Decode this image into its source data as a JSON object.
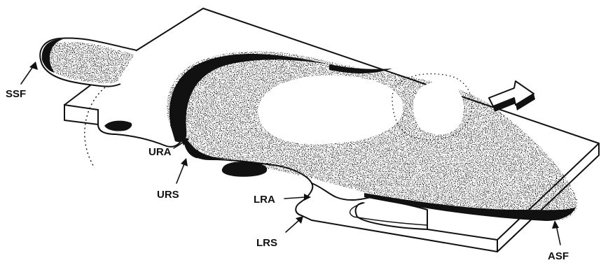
{
  "labels": {
    "ssf": "SSF",
    "ura": "URA",
    "urs": "URS",
    "lra": "LRA",
    "lrs": "LRS",
    "asf": "ASF"
  },
  "colors": {
    "ink": "#111111",
    "paper": "#ffffff"
  },
  "icons": {
    "flow_arrow": "block-arrow-right-icon"
  }
}
